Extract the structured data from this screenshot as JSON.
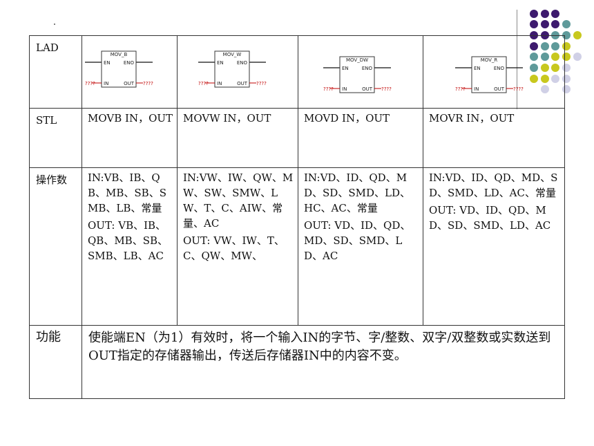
{
  "row_labels": {
    "lad": "LAD",
    "stl": "STL",
    "operands": "操作数",
    "function": "功能"
  },
  "blocks": [
    {
      "name": "MOV_B",
      "en": "EN",
      "eno": "ENO",
      "in": "IN",
      "out": "OUT",
      "in_value": "????",
      "out_value": "????"
    },
    {
      "name": "MOV_W",
      "en": "EN",
      "eno": "ENO",
      "in": "IN",
      "out": "OUT",
      "in_value": "????",
      "out_value": "????"
    },
    {
      "name": "MOV_DW",
      "en": "EN",
      "eno": "ENO",
      "in": "IN",
      "out": "OUT",
      "in_value": "????",
      "out_value": "????"
    },
    {
      "name": "MOV_R",
      "en": "EN",
      "eno": "ENO",
      "in": "IN",
      "out": "OUT",
      "in_value": "????",
      "out_value": "????"
    }
  ],
  "stl": [
    "MOVB IN，OUT",
    "MOVW IN，OUT",
    "MOVD IN，OUT",
    "MOVR IN，OUT"
  ],
  "operands": [
    {
      "in": "IN:VB、IB、QB、MB、SB、SMB、LB、常量",
      "out": "OUT: VB、IB、QB、MB、SB、SMB、LB、AC"
    },
    {
      "in": "IN:VW、IW、QW、MW、SW、SMW、LW、T、C、AIW、常量、AC",
      "out": "OUT: VW、IW、T、C、QW、MW、"
    },
    {
      "in": "IN:VD、ID、QD、MD、SD、SMD、LD、HC、AC、常量",
      "out": "OUT: VD、ID、QD、MD、SD、SMD、LD、AC"
    },
    {
      "in": "IN:VD、ID、QD、MD、SD、SMD、LD、AC、常量",
      "out": "OUT: VD、ID、QD、MD、SD、SMD、LD、AC"
    }
  ],
  "function_text": "使能端EN（为1）有效时，将一个输入IN的字节、字/整数、双字/双整数或实数送到OUT指定的存储器输出，传送后存储器IN中的内容不变。",
  "colors": {
    "purple": "#3d1a6e",
    "teal": "#5f9a9a",
    "yellow": "#c8c81e",
    "lavender": "#d0d0e6",
    "placeholder_red": "#c00000"
  }
}
